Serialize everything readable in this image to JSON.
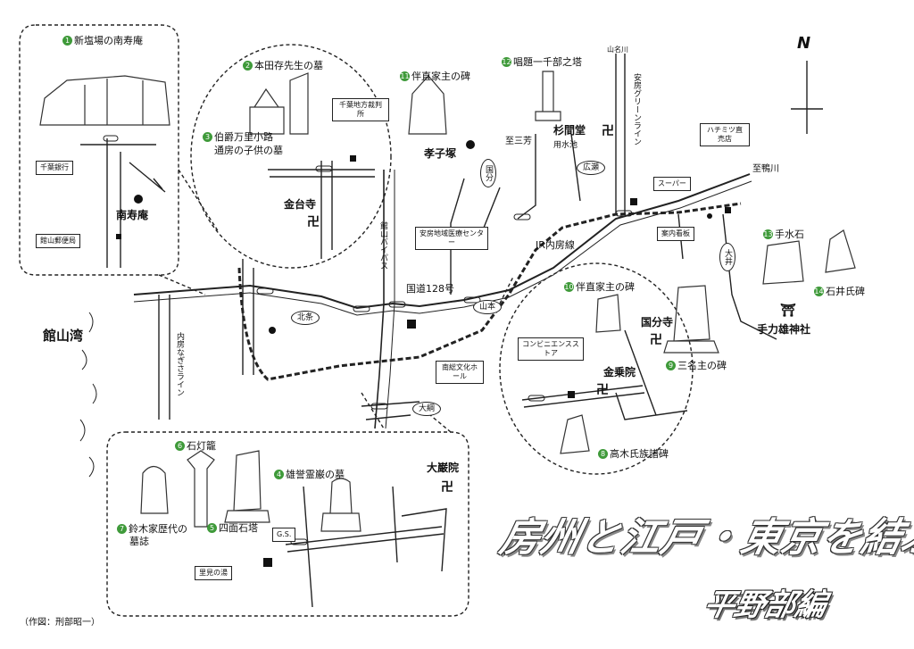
{
  "title": "房州と江戸・東京を結ぶ文化財",
  "subtitle": "平野部編",
  "credit": "（作図：刑部昭一）",
  "compass": "N",
  "sites": [
    {
      "num": "1",
      "name": "新塩場の南寿庵"
    },
    {
      "num": "2",
      "name": "本田存先生の墓"
    },
    {
      "num": "3",
      "name": "伯爵万里小路"
    },
    {
      "num": "",
      "name": "通房の子供の墓"
    },
    {
      "num": "4",
      "name": "雄誉霊巌の墓"
    },
    {
      "num": "5",
      "name": "四面石塔"
    },
    {
      "num": "6",
      "name": "石灯籠"
    },
    {
      "num": "7",
      "name": "鈴木家歴代の"
    },
    {
      "num": "",
      "name": "墓誌"
    },
    {
      "num": "8",
      "name": "高木氏族譜碑"
    },
    {
      "num": "9",
      "name": "三名主の碑"
    },
    {
      "num": "10",
      "name": "伴直家主の碑"
    },
    {
      "num": "11",
      "name": "伴直家主の碑"
    },
    {
      "num": "12",
      "name": "唱題一千部之塔"
    },
    {
      "num": "13",
      "name": "手水石"
    },
    {
      "num": "14",
      "name": "石井氏碑"
    }
  ],
  "boxes": {
    "chiba_bank": "千葉銀行",
    "post_office": "館山郵便局",
    "court": "千葉地方裁判所",
    "medical": "安房地域医療センター",
    "bunka_hall": "南総文化ホール",
    "convenience": "コンビニエンスストア",
    "satomi": "里見の湯",
    "supermarket": "スーパー",
    "honey": "ハチミツ直売店",
    "signboard": "案内看板",
    "gs": "G.S."
  },
  "ovals": {
    "kokubun": "国分",
    "hojo": "北条",
    "yamamoto": "山本",
    "oami": "大綱",
    "hirose": "広瀬",
    "oi": "大井"
  },
  "places": {
    "nanjuan": "南寿庵",
    "kondaiji": "金台寺",
    "koshizuka": "孝子塚",
    "sugimado": "杉間堂",
    "yosuiike": "用水池",
    "kokubunji": "国分寺",
    "konjoin": "金乗院",
    "daiganin": "大巌院",
    "taichikara": "手力雄神社",
    "tateyama_bay": "館山湾",
    "route128": "国道128号",
    "jr_line": "JR内房線",
    "to_sanpo": "至三芳",
    "to_kamogawa": "至鴨川",
    "yamana_river": "山名川"
  },
  "vertical": {
    "bypass": "館山バイパス",
    "nagisa": "内房なぎさライン",
    "green": "安房グリーンライン"
  },
  "temple_mark": "卍",
  "shrine_mark": "⛩"
}
